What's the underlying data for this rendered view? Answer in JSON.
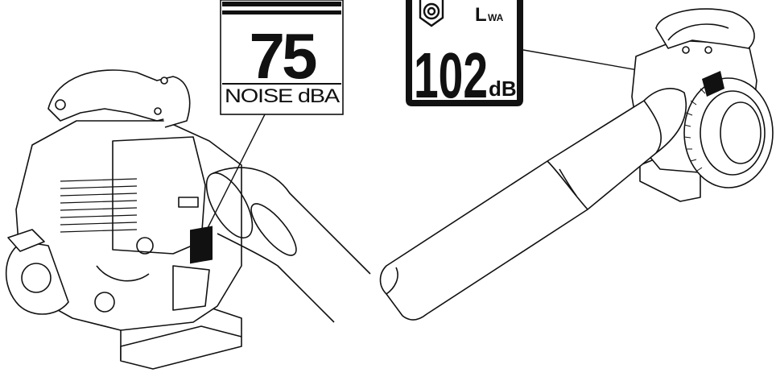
{
  "label_left": {
    "value": "75",
    "caption": "NOISE dBA"
  },
  "label_right": {
    "symbol": "L",
    "symbol_sub": "WA",
    "value": "102",
    "unit": "dB"
  },
  "colors": {
    "ink": "#111111",
    "paper": "#ffffff"
  }
}
